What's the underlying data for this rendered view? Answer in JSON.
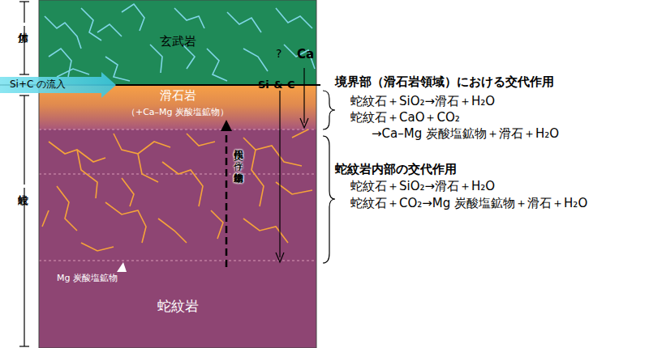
{
  "diagram": {
    "nodes": [
      {
        "text": [
          "玄武岩"
        ]
      },
      {
        "text": [
          "滑石岩",
          "（+Ca–Mg 炭酸塩鉱物）"
        ]
      },
      {
        "text": [
          "蛇紋岩"
        ]
      }
    ],
    "labels": [
      "付加体",
      "蛇紋岩",
      "Si+C の流入",
      "Si-&-C",
      "?",
      "Ca",
      "Mg 炭酸塩鉱物",
      "交代作用に伴う鉱物脈増加",
      "境界部（滑石岩領域）における交代作用",
      "蛇紋石＋SiO₂→滑石＋H₂O",
      "蛇紋石＋CaO＋CO₂",
      "→Ca–Mg 炭酸塩鉱物＋滑石＋H₂O",
      "蛇紋岩内部の交代作用",
      "蛇紋石＋SiO₂→滑石＋H₂O",
      "蛇紋石＋CO₂→Mg 炭酸塩鉱物＋滑石＋H₂O"
    ]
  }
}
